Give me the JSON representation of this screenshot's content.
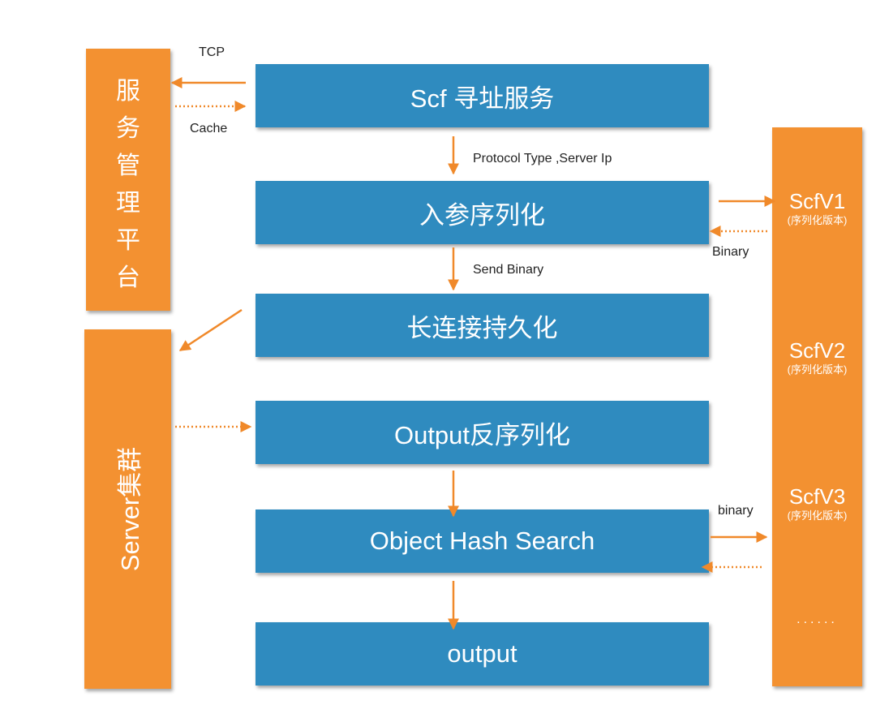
{
  "left_panel": {
    "management_chars": [
      "服",
      "务",
      "管",
      "理",
      "平",
      "台"
    ],
    "server_cluster": "Server集群"
  },
  "flow": {
    "step1": "Scf 寻址服务",
    "step2": "入参序列化",
    "step3": "长连接持久化",
    "step4": "Output反序列化",
    "step5": "Object Hash Search",
    "step6": "output"
  },
  "versions": [
    {
      "name": "ScfV1",
      "sub": "(序列化版本)"
    },
    {
      "name": "ScfV2",
      "sub": "(序列化版本)"
    },
    {
      "name": "ScfV3",
      "sub": "(序列化版本)"
    }
  ],
  "versions_more": "......",
  "labels": {
    "tcp": "TCP",
    "cache": "Cache",
    "protocol": "Protocol Type ,Server Ip",
    "send_binary": "Send Binary",
    "binary_upper": "Binary",
    "binary_lower": "binary"
  },
  "colors": {
    "orange": "#f39131",
    "blue": "#2f8bbf",
    "arrow": "#f0892a"
  }
}
